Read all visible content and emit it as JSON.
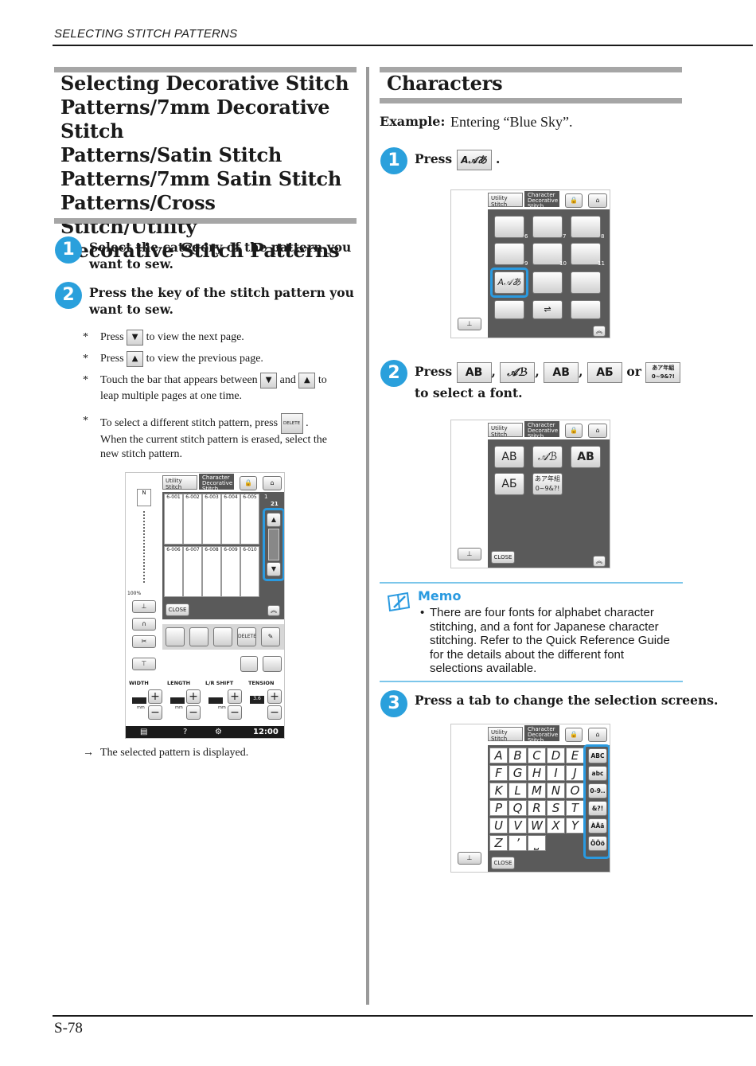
{
  "header": {
    "running_title": "SELECTING STITCH PATTERNS"
  },
  "footer": {
    "page_number": "S-78"
  },
  "left": {
    "title_lines": [
      "Selecting Decorative Stitch",
      "Patterns/7mm Decorative Stitch",
      "Patterns/Satin Stitch",
      "Patterns/7mm Satin Stitch",
      "Patterns/Cross Stitch/Utility",
      "Decorative Stitch Patterns"
    ],
    "steps": [
      {
        "number": "1",
        "text": "Select the category of the pattern you want to sew."
      },
      {
        "number": "2",
        "text": "Press the key of the stitch pattern you want to sew."
      }
    ],
    "notes": {
      "n1_a": "Press",
      "n1_b": "to view the next page.",
      "n2_a": "Press",
      "n2_b": "to view the previous page.",
      "n3_a": "Touch the bar that appears between",
      "n3_b": "and",
      "n3_c": "to",
      "n3_d": "leap multiple pages at one time.",
      "n4_a": "To select a different stitch pattern, press",
      "n4_b": "When the current stitch pattern is erased, select the",
      "n4_c": "new stitch pattern.",
      "bullet": "*",
      "delete_key": "DELETE"
    },
    "screen": {
      "tab_utility": "Utility Stitch",
      "tab_character": "Character Decorative Stitch",
      "page_indicator_top": "1",
      "page_indicator_bottom": "21",
      "pattern_codes_row1": [
        "6-001",
        "6-002",
        "6-003",
        "6-004",
        "6-005"
      ],
      "pattern_codes_row2": [
        "6-006",
        "6-007",
        "6-008",
        "6-009",
        "6-010"
      ],
      "zoom": "100%",
      "close": "CLOSE",
      "delete": "DELETE",
      "labels": [
        "WIDTH",
        "LENGTH",
        "L/R SHIFT",
        "TENSION"
      ],
      "units": [
        "mm",
        "mm",
        "mm"
      ],
      "tension_value": "3.6",
      "clock": "12:00",
      "help": "?"
    },
    "result": "The selected pattern is displayed."
  },
  "right": {
    "title": "Characters",
    "example_label": "Example:",
    "example_text": "Entering “Blue Sky”.",
    "step1": {
      "number": "1",
      "text": "Press",
      "key": "A𝒜あ",
      "end": "."
    },
    "step2": {
      "number": "2",
      "press": "Press",
      "keys": [
        "AB",
        "𝒜ℬ",
        "AB",
        "AБ",
        "あア年組 0~9&?!"
      ],
      "sep_comma": ",",
      "sep_or": "or",
      "line2": "to select a font."
    },
    "step3": {
      "number": "3",
      "text": "Press a tab to change the selection screens."
    },
    "memo": {
      "title": "Memo",
      "text": "There are four fonts for alphabet character stitching, and a font for Japanese character stitching. Refer to the Quick Reference Guide for the details about the different font selections available."
    },
    "screen1": {
      "tab_utility": "Utility Stitch",
      "tab_character": "Character Decorative Stitch",
      "numbers": [
        "6",
        "7",
        "8",
        "9",
        "10",
        "11"
      ]
    },
    "screen2": {
      "tab_utility": "Utility Stitch",
      "tab_character": "Character Decorative Stitch",
      "fonts": [
        "AB",
        "𝒜ℬ",
        "AB",
        "AБ",
        "あア年組 0~9&?!"
      ],
      "close": "CLOSE"
    },
    "screen3": {
      "tab_utility": "Utility Stitch",
      "tab_character": "Character Decorative Stitch",
      "letters": [
        "A",
        "B",
        "C",
        "D",
        "E",
        "F",
        "G",
        "H",
        "I",
        "J",
        "K",
        "L",
        "M",
        "N",
        "O",
        "P",
        "Q",
        "R",
        "S",
        "T",
        "U",
        "V",
        "W",
        "X",
        "Y",
        "Z",
        "’",
        "⎵"
      ],
      "side_tabs": [
        "ABC",
        "abc",
        "0-9..",
        "&?!",
        "ÀÅä",
        "ÖÕö"
      ],
      "close": "CLOSE"
    }
  }
}
